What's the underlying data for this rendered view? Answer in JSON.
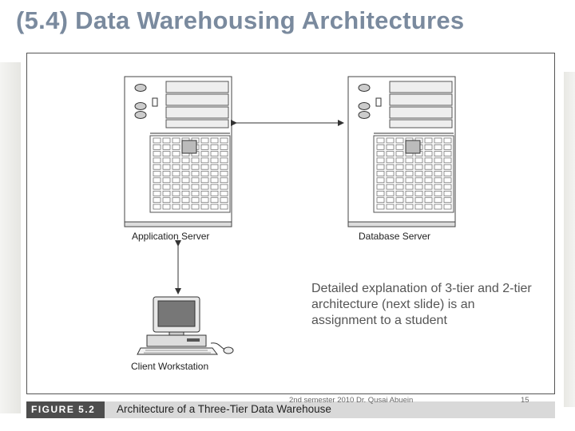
{
  "slide": {
    "title": "(5.4) Data Warehousing Architectures",
    "note": "Detailed explanation of 3-tier and 2-tier architecture (next slide) is an assignment to a student",
    "footer_date": "2nd semester 2010 Dr. Qusai Abuein",
    "page_number": "15"
  },
  "figure": {
    "number": "FIGURE 5.2",
    "caption": "Architecture of a Three-Tier Data Warehouse",
    "application_server_label": "Application Server",
    "database_server_label": "Database Server",
    "client_label": "Client Workstation"
  }
}
